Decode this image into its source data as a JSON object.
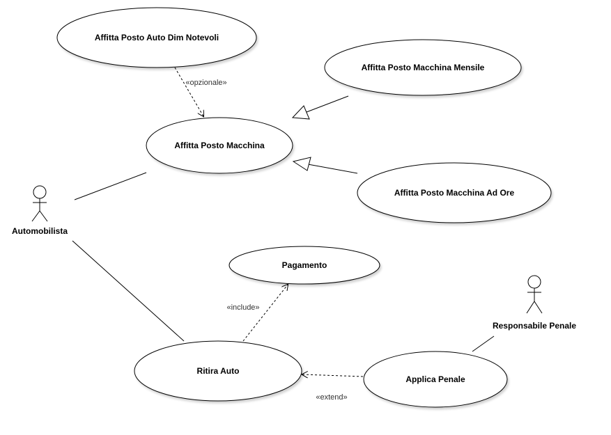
{
  "actors": {
    "automobilista": "Automobilista",
    "responsabile": "Responsabile Penale"
  },
  "use_cases": {
    "dim_notevoli": "Affitta Posto Auto Dim Notevoli",
    "mensile": "Affitta Posto Macchina Mensile",
    "posto_macchina": "Affitta Posto Macchina",
    "ad_ore": "Affitta Posto Macchina Ad Ore",
    "pagamento": "Pagamento",
    "ritira_auto": "Ritira Auto",
    "applica_penale": "Applica Penale"
  },
  "relations": {
    "opzionale": "«opzionale»",
    "include": "«include»",
    "extend": "«extend»"
  }
}
